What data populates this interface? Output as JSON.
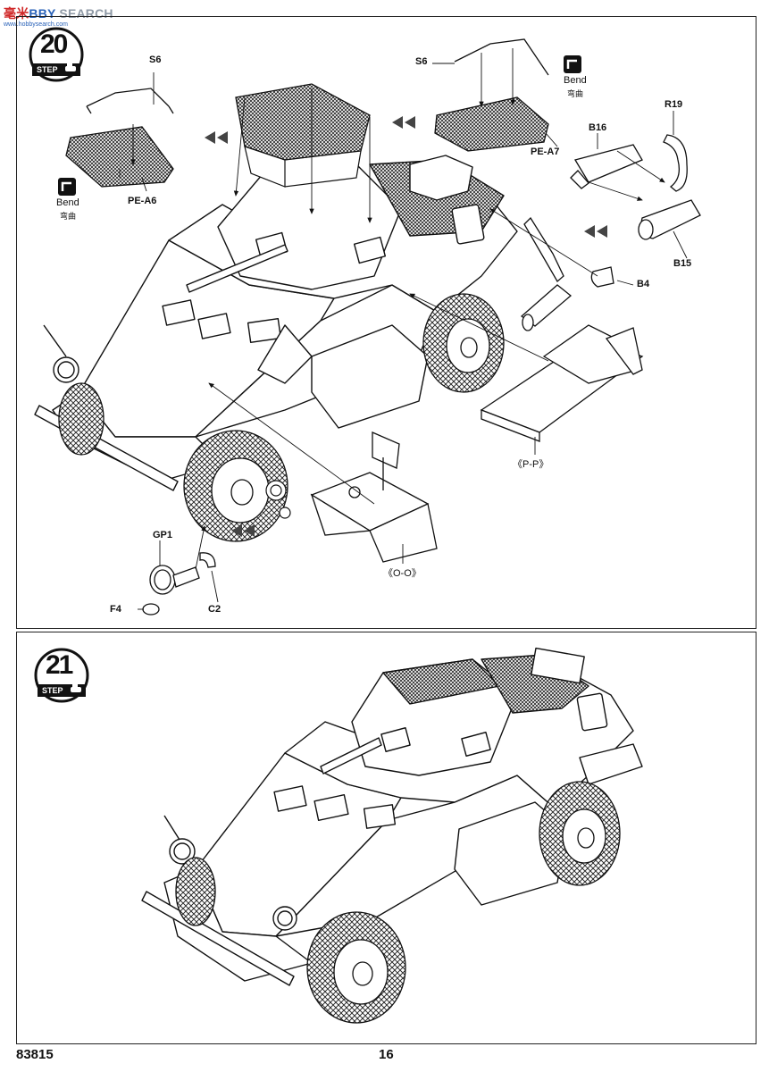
{
  "watermark": {
    "text_a": "毫米",
    "text_b": "BBY",
    "text_c": " SEARCH",
    "sub": "www.hobbysearch.com"
  },
  "step20": {
    "number": "20",
    "step_label": "STEP",
    "labels": {
      "s6_left": "S6",
      "s6_right": "S6",
      "pe_a6": "PE-A6",
      "pe_a7": "PE-A7",
      "bend_left": "Bend",
      "bend_left_cn": "弯曲",
      "bend_right": "Bend",
      "bend_right_cn": "弯曲",
      "b16": "B16",
      "r19": "R19",
      "b15": "B15",
      "b4": "B4",
      "pp": "《P-P》",
      "oo": "《O-O》",
      "gp1": "GP1",
      "f4": "F4",
      "c2": "C2"
    }
  },
  "step21": {
    "number": "21",
    "step_label": "STEP"
  },
  "footer": {
    "kit_number": "83815",
    "page_number": "16"
  }
}
